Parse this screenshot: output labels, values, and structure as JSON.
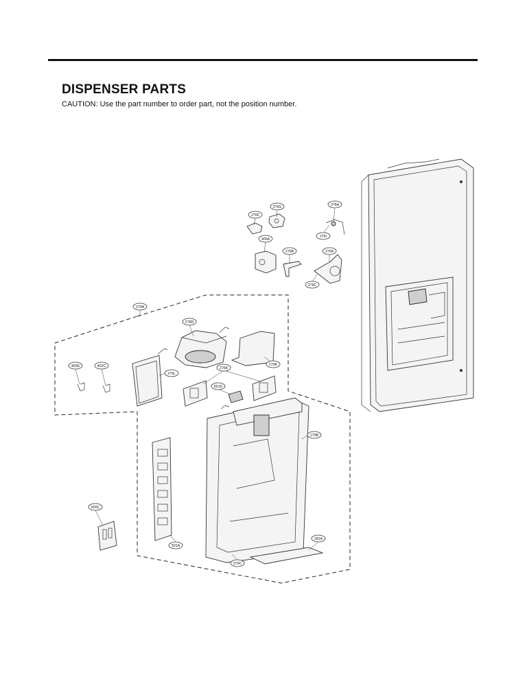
{
  "header": {
    "title": "DISPENSER PARTS",
    "caution": "CAUTION: Use the part number to order part, not the position number."
  },
  "labels": {
    "p276A": "276A",
    "p276G": "276G",
    "p276F": "276F",
    "p276I": "276I",
    "p405A": "405A",
    "p276B": "276B",
    "p275A": "275A",
    "p278C": "278C",
    "p279A": "279A",
    "p278D": "278D",
    "p279K": "279K",
    "p402E": "402E",
    "p402C": "402C",
    "p279L": "279L",
    "p276K": "276K",
    "p501D": "501D",
    "p279B": "279B",
    "p500C": "500C",
    "p501A": "501A",
    "p281A": "281A",
    "p279C": "279C"
  }
}
